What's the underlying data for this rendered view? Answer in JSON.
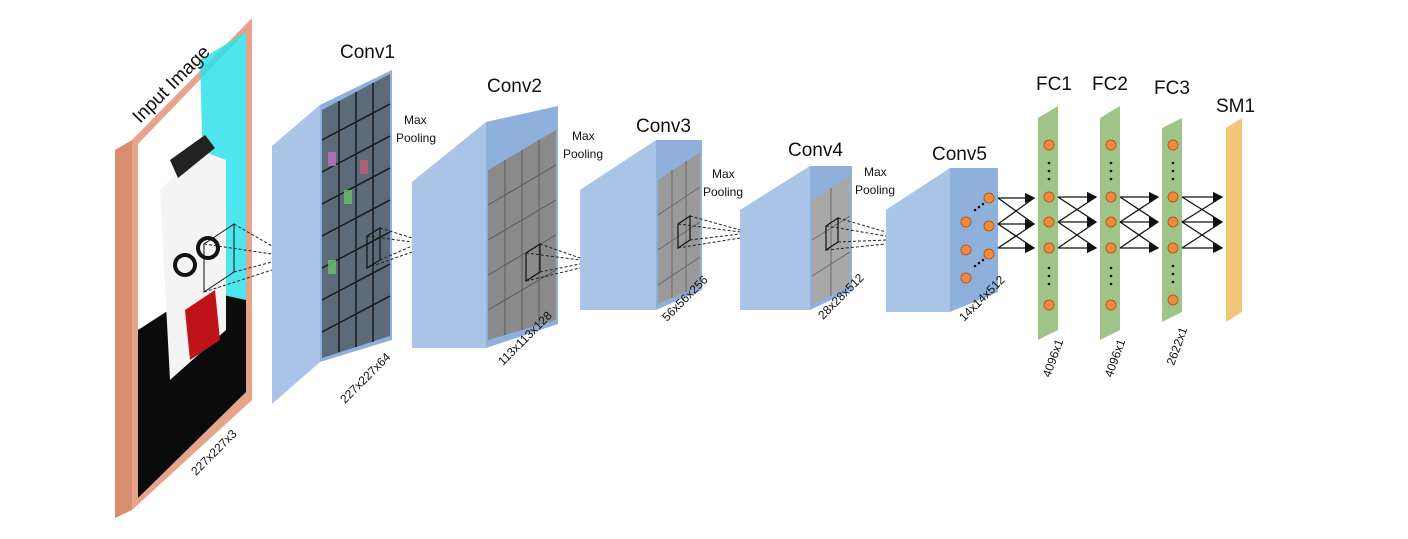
{
  "input": {
    "label": "Input Image",
    "dims": "227x227x3"
  },
  "conv_layers": [
    {
      "label": "Conv1",
      "dims": "227x227x64"
    },
    {
      "label": "Conv2",
      "dims": "113x113x128"
    },
    {
      "label": "Conv3",
      "dims": "56x56x256"
    },
    {
      "label": "Conv4",
      "dims": "28x28x512"
    },
    {
      "label": "Conv5",
      "dims": "14x14x512"
    }
  ],
  "pooling_label": {
    "line1": "Max",
    "line2": "Pooling"
  },
  "fc_layers": [
    {
      "label": "FC1",
      "dims": "4096x1"
    },
    {
      "label": "FC2",
      "dims": "4096x1"
    },
    {
      "label": "FC3",
      "dims": "2622x1"
    }
  ],
  "softmax": {
    "label": "SM1"
  },
  "colors": {
    "input_frame": "#e8a48a",
    "conv_front": "#a9c4e6",
    "conv_side": "#8eb0da",
    "fc_bar": "#9fc48a",
    "softmax_bar": "#f0c878",
    "neuron": "#f08a3c"
  }
}
